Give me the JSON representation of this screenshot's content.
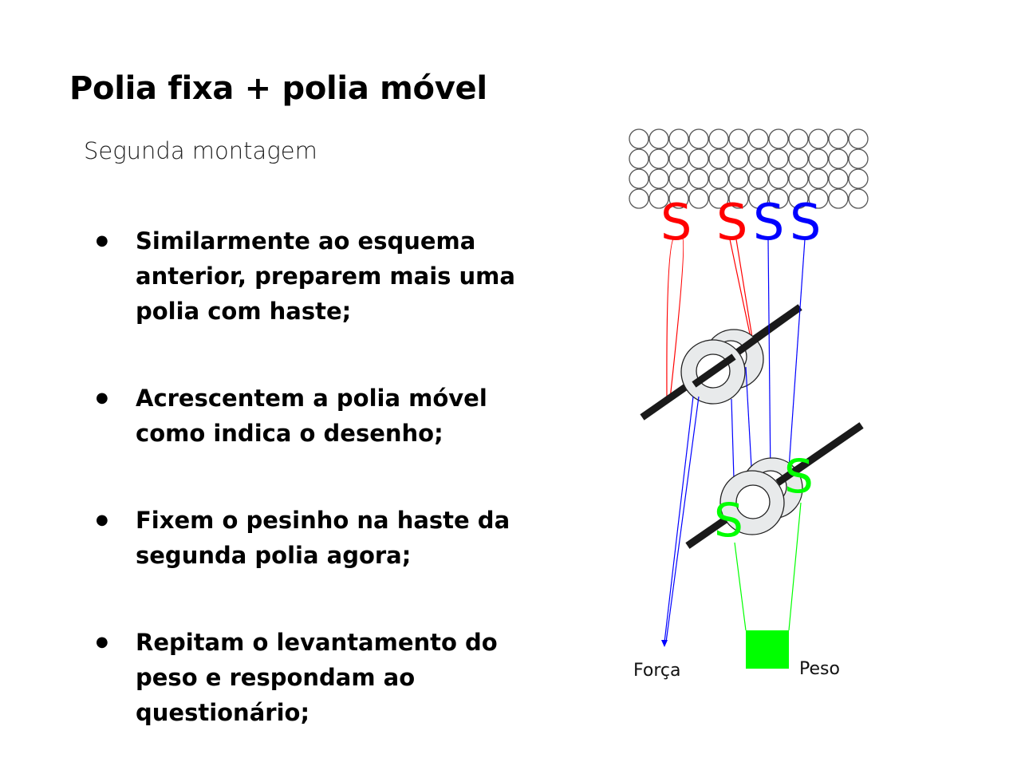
{
  "slide": {
    "title": "Polia fixa + polia móvel",
    "subtitle": "Segunda montagem",
    "bullets": [
      "Similarmente ao esquema anterior, preparem mais uma polia com haste;",
      "Acrescentem a polia móvel como indica o desenho;",
      "Fixem o pesinho na haste da segunda polia agora;",
      "Repitam o levantamento do peso e respondam ao questionário;"
    ]
  },
  "diagram": {
    "force_label": "Força",
    "weight_label": "Peso",
    "hook_glyph": "S",
    "colors": {
      "red": "#ff0000",
      "blue": "#0000ff",
      "green": "#00ff00",
      "bar": "#1a1a1a",
      "pulley": "#e8eaeb"
    }
  }
}
